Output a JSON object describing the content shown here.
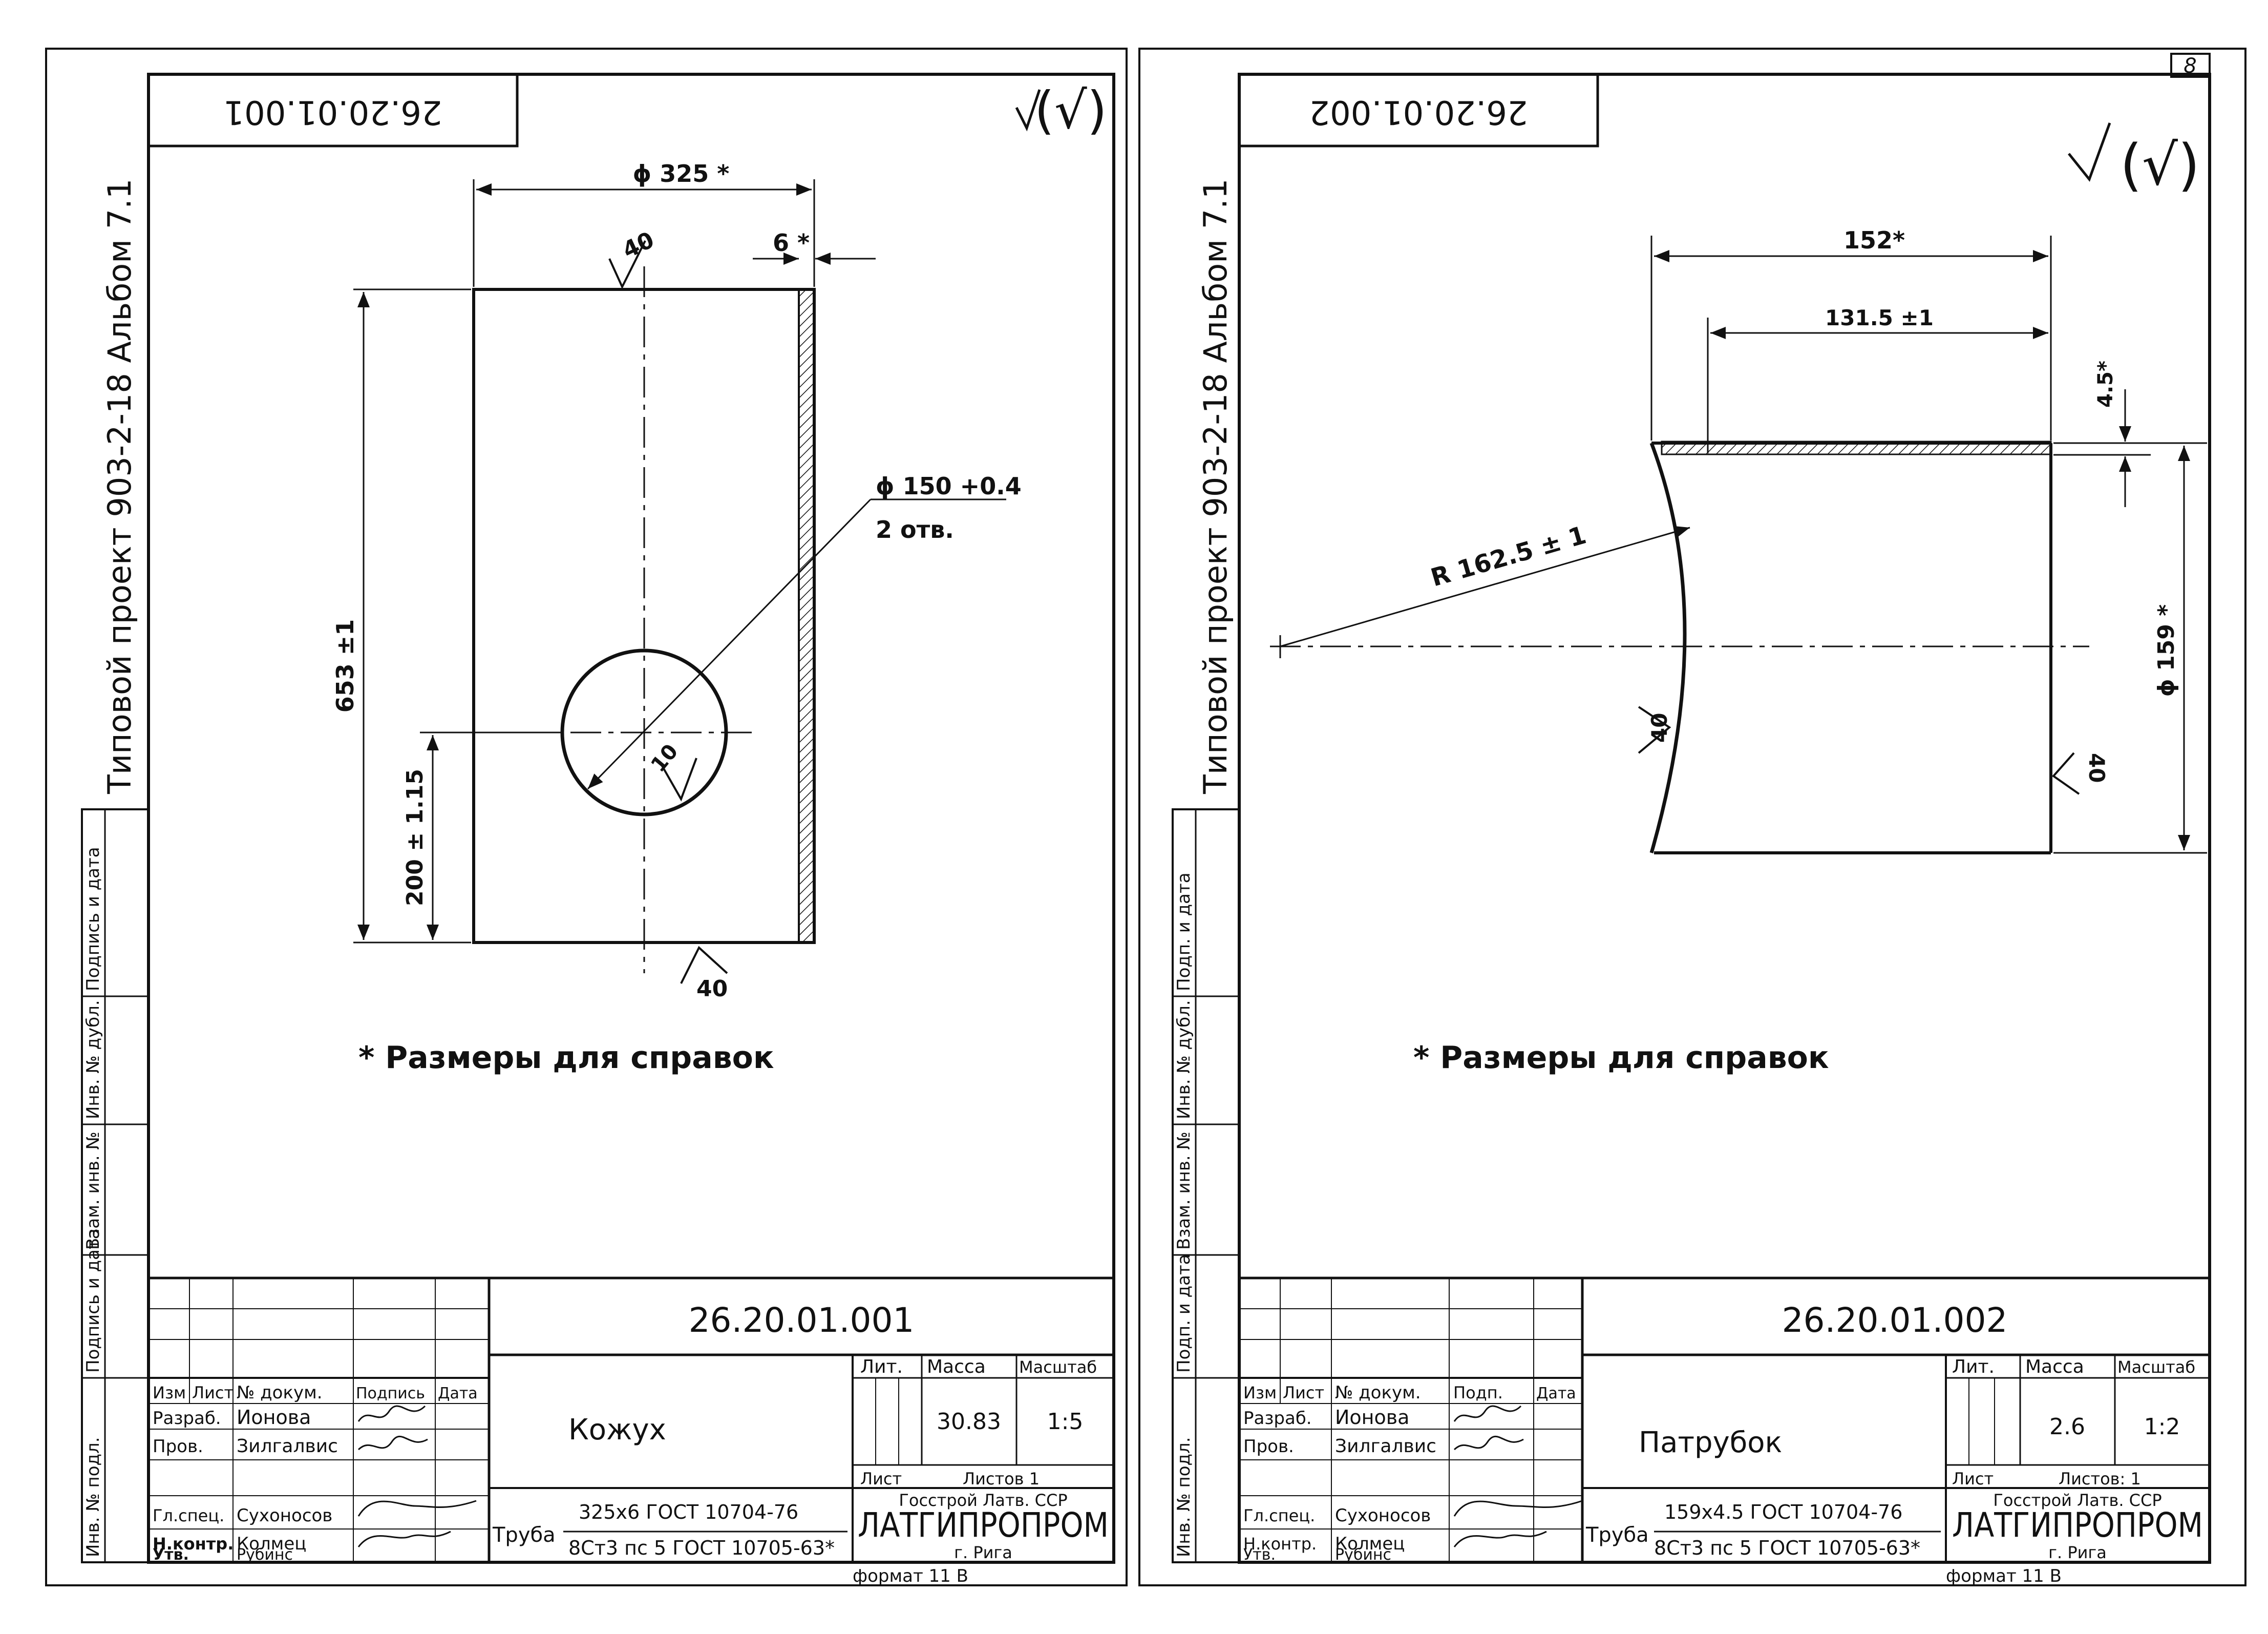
{
  "sheet_number": "8",
  "left_sheet": {
    "side_title": "Типовой проект 903-2-18 Альбом 7.1",
    "mirror_code": "26.20.01.001",
    "roughness_general": "(√)",
    "dims": {
      "diameter": "ϕ 325 *",
      "wall": "6 *",
      "length": "653 ±1",
      "hole_pos": "200 ± 1.15",
      "hole_dia": "ϕ 150 +0.4",
      "hole_count": "2 отв.",
      "rough_top": "40",
      "rough_bottom": "40",
      "rough_hole": "10"
    },
    "note": "* Размеры для справок",
    "stamp_side": [
      "Инв. № подл.",
      "Подпись и дата",
      "Взам. инв. №",
      "Инв. № дубл.",
      "Подпись и дата"
    ],
    "title_block": {
      "code": "26.20.01.001",
      "name": "Кожух",
      "hdr": [
        "Изм",
        "Лист",
        "№ докум.",
        "Подпись",
        "Дата"
      ],
      "roles": [
        "Разраб.",
        "Пров.",
        "",
        "Гл.спец.",
        "Н.контр.",
        "Утв."
      ],
      "people": [
        "Ионова",
        "Зилгалвис",
        "",
        "Сухоносов",
        "Колмец",
        "Рубинс"
      ],
      "lit": "Лит.",
      "mass_label": "Масса",
      "scale_label": "Масштаб",
      "mass": "30.83",
      "scale": "1:5",
      "sheet": "Лист",
      "sheets": "Листов 1",
      "material_pre": "Труба",
      "material_1": "325x6 ГОСТ 10704-76",
      "material_2": "8Ст3 пс 5 ГОСТ 10705-63*",
      "org_1": "Госстрой Латв. ССР",
      "org_2": "ЛАТГИПРОПРОМ",
      "org_3": "г. Рига",
      "format": "формат 11 В"
    }
  },
  "right_sheet": {
    "side_title": "Типовой проект 903-2-18 Альбом 7.1",
    "mirror_code": "26.20.01.002",
    "roughness_general": "(√)",
    "dims": {
      "length": "152*",
      "inner_length": "131.5 ±1",
      "wall": "4.5*",
      "diameter": "ϕ 159 *",
      "radius": "R 162.5 ± 1",
      "rough_left": "40",
      "rough_right": "40"
    },
    "note": "* Размеры для справок",
    "stamp_side": [
      "Инв. № подл.",
      "Подп. и дата",
      "Взам. инв. №",
      "Инв. № дубл.",
      "Подп. и дата"
    ],
    "title_block": {
      "code": "26.20.01.002",
      "name": "Патрубок",
      "hdr": [
        "Изм",
        "Лист",
        "№ докум.",
        "Подп.",
        "Дата"
      ],
      "roles": [
        "Разраб.",
        "Пров.",
        "",
        "Гл.спец.",
        "Н.контр.",
        "Утв."
      ],
      "people": [
        "Ионова",
        "Зилгалвис",
        "",
        "Сухоносов",
        "Колмец",
        "Рубинс"
      ],
      "lit": "Лит.",
      "mass_label": "Масса",
      "scale_label": "Масштаб",
      "mass": "2.6",
      "scale": "1:2",
      "sheet": "Лист",
      "sheets": "Листов: 1",
      "material_pre": "Труба",
      "material_1": "159x4.5 ГОСТ 10704-76",
      "material_2": "8Ст3 пс 5 ГОСТ 10705-63*",
      "org_1": "Госстрой Латв. ССР",
      "org_2": "ЛАТГИПРОПРОМ",
      "org_3": "г. Рига",
      "format": "формат 11 В"
    }
  }
}
